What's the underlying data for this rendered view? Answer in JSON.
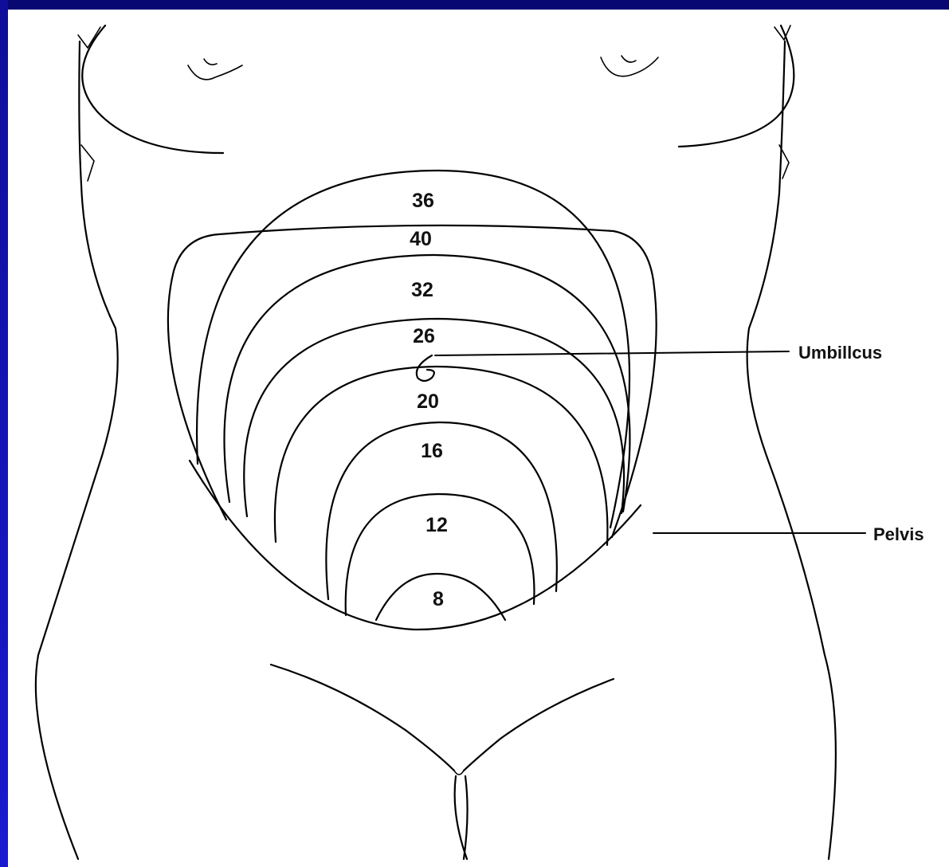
{
  "diagram": {
    "week_labels": [
      "36",
      "40",
      "32",
      "26",
      "20",
      "16",
      "12",
      "8"
    ],
    "callouts": {
      "umbilicus": "Umbillcus",
      "pelvis": "Pelvis"
    }
  },
  "colors": {
    "frame": "#0b0b8f",
    "background": "#ffffff",
    "line": "#000000"
  }
}
